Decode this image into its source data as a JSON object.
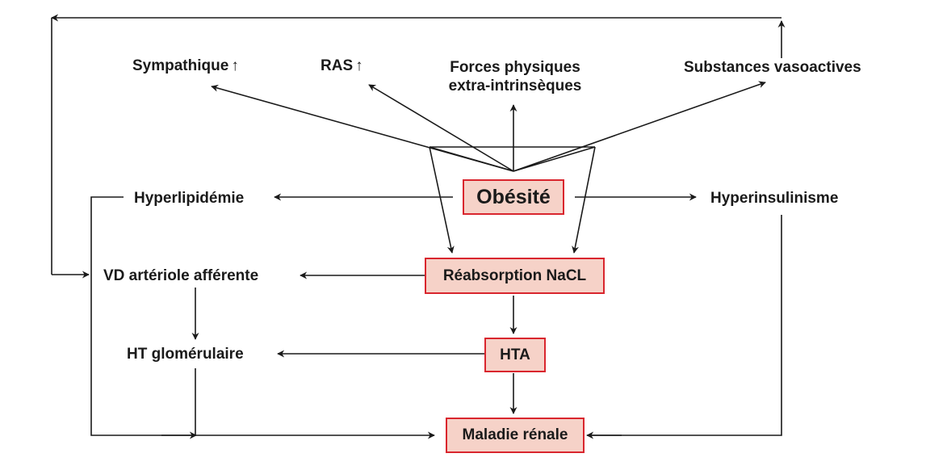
{
  "nodes": {
    "obesite": "Obésité",
    "sympathique": "Sympathique",
    "sympathique_arrow": "↑",
    "ras": "RAS",
    "ras_arrow": "↑",
    "forces_line1": "Forces physiques",
    "forces_line2": "extra-intrinsèques",
    "substances": "Substances vasoactives",
    "hyperlipidemie": "Hyperlipidémie",
    "hyperinsulinisme": "Hyperinsulinisme",
    "reabsorption": "Réabsorption NaCL",
    "vd": "VD artériole afférente",
    "ht_glom": "HT glomérulaire",
    "hta": "HTA",
    "maladie": "Maladie rénale"
  },
  "colors": {
    "box_fill": "#f6d2c8",
    "box_border": "#d9262e",
    "line": "#1a1a1a"
  }
}
